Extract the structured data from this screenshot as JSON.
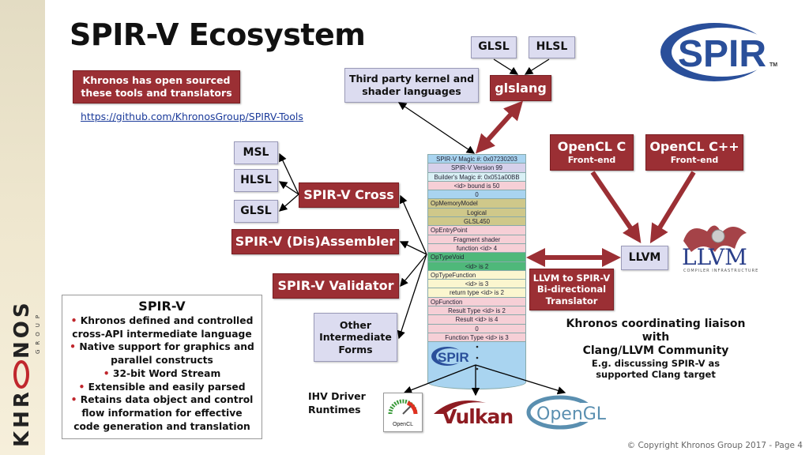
{
  "title": "SPIR-V Ecosystem",
  "open_source_note": "Khronos has open sourced these tools and translators",
  "github_link": "https://github.com/KhronosGroup/SPIRV-Tools",
  "inputs": {
    "glsl": "GLSL",
    "hlsl": "HLSL",
    "glslang": "glslang",
    "third_party": "Third party kernel and shader languages"
  },
  "tools": {
    "cross": "SPIR-V Cross",
    "cross_targets": [
      "MSL",
      "HLSL",
      "GLSL"
    ],
    "disassembler": "SPIR-V (Dis)Assembler",
    "validator": "SPIR-V Validator",
    "other_forms": "Other Intermediate Forms"
  },
  "opencl": {
    "c_title": "OpenCL C",
    "c_sub": "Front-end",
    "cpp_title": "OpenCL C++",
    "cpp_sub": "Front-end",
    "llvm": "LLVM",
    "translator": "LLVM to SPIR-V Bi-directional Translator",
    "llvm_logo_text": "LLVM",
    "llvm_logo_sub": "COMPILER INFRASTRUCTURE"
  },
  "spirv_module": [
    {
      "text": "SPIR-V Magic #: 0x07230203",
      "color": "#a9d4f0",
      "align": "c"
    },
    {
      "text": "SPIR-V Version 99",
      "color": "#d6d0ea",
      "align": "c"
    },
    {
      "text": "Builder's Magic #: 0x051a00BB",
      "color": "#d9f0f5",
      "align": "c"
    },
    {
      "text": "<id> bound is 50",
      "color": "#f6cfd6",
      "align": "c"
    },
    {
      "text": "0",
      "color": "#a9d4f0",
      "align": "c"
    },
    {
      "text": "OpMemoryModel",
      "color": "#cfc88a",
      "align": "l"
    },
    {
      "text": "Logical",
      "color": "#cfc88a",
      "align": "c"
    },
    {
      "text": "GLSL450",
      "color": "#cfc88a",
      "align": "c"
    },
    {
      "text": "OpEntryPoint",
      "color": "#f6cfd6",
      "align": "l"
    },
    {
      "text": "Fragment shader",
      "color": "#f6cfd6",
      "align": "c"
    },
    {
      "text": "function <id> 4",
      "color": "#f6cfd6",
      "align": "c"
    },
    {
      "text": "OpTypeVoid",
      "color": "#4fb87a",
      "align": "l"
    },
    {
      "text": "<id> is 2",
      "color": "#4fb87a",
      "align": "c"
    },
    {
      "text": "OpTypeFunction",
      "color": "#fbf6cf",
      "align": "l"
    },
    {
      "text": "<id> is 3",
      "color": "#fbf6cf",
      "align": "c"
    },
    {
      "text": "return type <id> is 2",
      "color": "#fbf6cf",
      "align": "c"
    },
    {
      "text": "OpFunction",
      "color": "#f6cfd6",
      "align": "l"
    },
    {
      "text": "Result Type <id> is 2",
      "color": "#f6cfd6",
      "align": "c"
    },
    {
      "text": "Result <id> is 4",
      "color": "#f6cfd6",
      "align": "c"
    },
    {
      "text": "0",
      "color": "#f6cfd6",
      "align": "c"
    },
    {
      "text": "Function Type <id> is 3",
      "color": "#f6cfd6",
      "align": "c"
    }
  ],
  "spirv_summary": {
    "heading": "SPIR-V",
    "bullets": [
      "Khronos defined and controlled cross-API intermediate language",
      "Native support for graphics and parallel constructs",
      "32-bit Word Stream",
      "Extensible and easily parsed",
      "Retains data object and control flow information for effective code generation and translation"
    ]
  },
  "liaison": {
    "line1": "Khronos coordinating liaison with",
    "line2": "Clang/LLVM Community",
    "line3": "E.g. discussing SPIR-V as",
    "line4": "supported Clang target"
  },
  "runtimes": {
    "label": "IHV Driver Runtimes",
    "opencl_logo": "OpenCL",
    "vulkan_logo": "Vulkan",
    "opengl_logo": "OpenGL"
  },
  "spir_logo": "SPIR",
  "khronos_logo": "KHRONOS",
  "khronos_group": "GROUP",
  "copyright": "© Copyright Khronos Group 2017 - Page 4",
  "colors": {
    "accent_red": "#9b2f34",
    "lavender": "#dcdcf0",
    "spir_blue": "#2a4f9a"
  }
}
